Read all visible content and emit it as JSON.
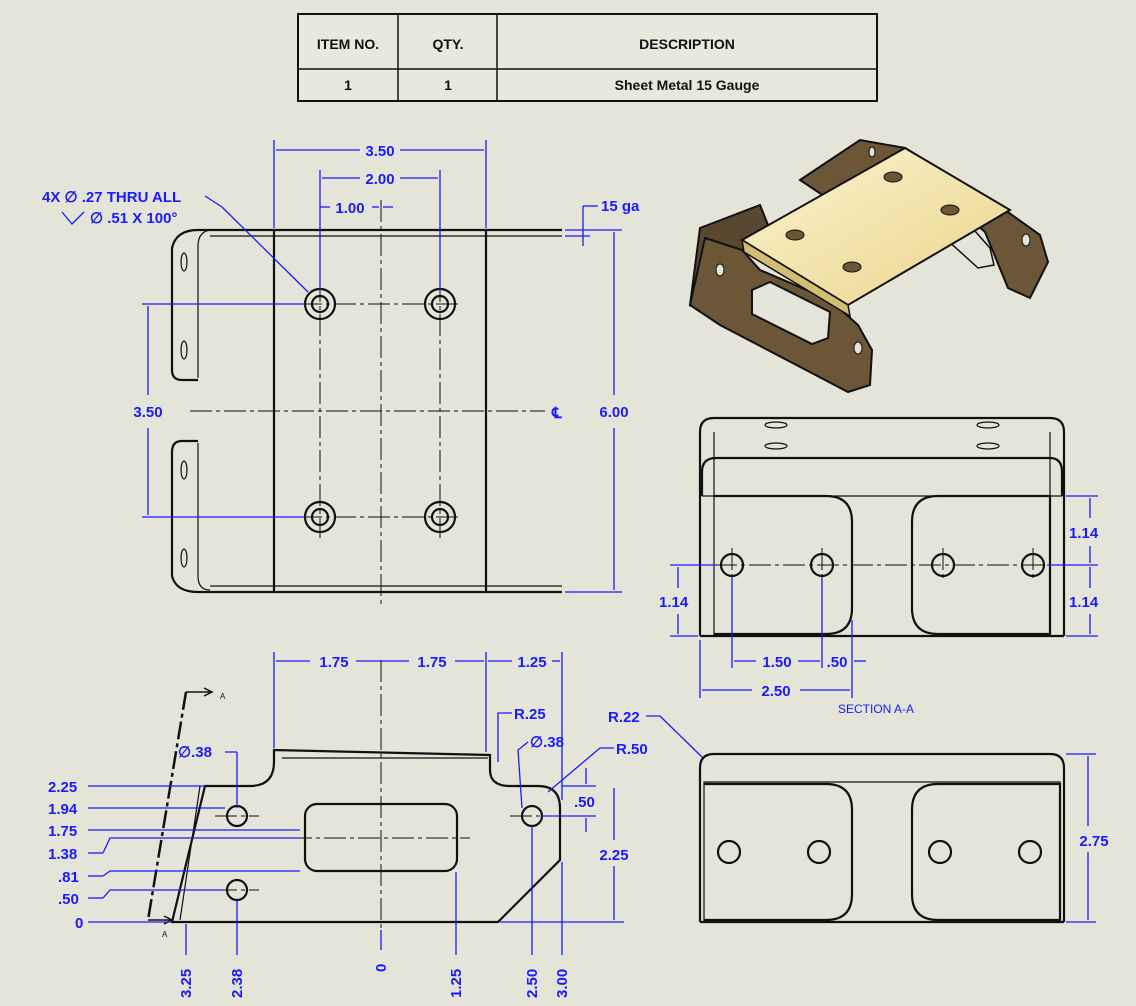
{
  "bom": {
    "headers": [
      "ITEM NO.",
      "QTY.",
      "DESCRIPTION"
    ],
    "rows": [
      [
        "1",
        "1",
        "Sheet Metal 15 Gauge"
      ]
    ]
  },
  "top_view": {
    "dims": {
      "w350": "3.50",
      "w200": "2.00",
      "w100": "1.00",
      "h350": "3.50",
      "h600": "6.00",
      "gauge": "15 ga",
      "centerline": "℄"
    },
    "hole_note_line1": "4X ∅ .27 THRU ALL",
    "hole_note_line2": "∅ .51 X 100°"
  },
  "flat_view": {
    "top_dims": [
      "1.75",
      "1.75",
      "1.25"
    ],
    "radius_labels": [
      "R.25",
      "R.50"
    ],
    "hole_labels": [
      "∅.38",
      "∅.38"
    ],
    "left_ordinates": [
      "2.25",
      "1.94",
      "1.75",
      "1.38",
      ".81",
      ".50",
      "0"
    ],
    "bottom_ordinates": [
      "3.25",
      "2.38",
      "0",
      "1.25",
      "2.50",
      "3.00"
    ],
    "right_dims": [
      ".50",
      "2.25"
    ],
    "section_marker": "A"
  },
  "section_view": {
    "label": "SECTION A-A",
    "dims": [
      "1.14",
      "1.14",
      "1.14",
      "1.50",
      ".50",
      "2.50"
    ]
  },
  "front_view": {
    "radius_label": "R.22",
    "height_label": "2.75"
  },
  "colors": {
    "dimension": "#1a1aff",
    "background": "#e4e4d8",
    "iso_top": "#f3e9b8",
    "iso_side": "#6b5638"
  }
}
